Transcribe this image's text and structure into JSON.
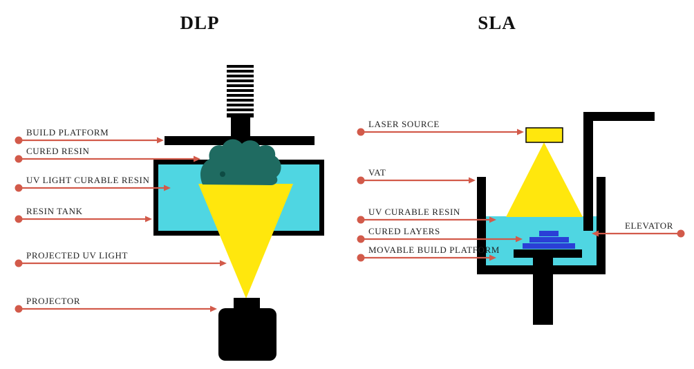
{
  "titles": {
    "dlp": "DLP",
    "sla": "SLA"
  },
  "dlp_labels": [
    {
      "text": "BUILD PLATFORM"
    },
    {
      "text": "CURED RESIN"
    },
    {
      "text": "UV LIGHT CURABLE RESIN"
    },
    {
      "text": "RESIN TANK"
    },
    {
      "text": "PROJECTED UV LIGHT"
    },
    {
      "text": "PROJECTOR"
    }
  ],
  "sla_labels": [
    {
      "text": "LASER SOURCE"
    },
    {
      "text": "VAT"
    },
    {
      "text": "UV CURABLE RESIN"
    },
    {
      "text": "CURED LAYERS"
    },
    {
      "text": "MOVABLE BUILD PLATFORM"
    },
    {
      "text": "ELEVATOR"
    }
  ],
  "colors": {
    "arrow": "#d25a4a",
    "resin": "#4fd6e2",
    "uv-light": "#ffe70d",
    "cured-resin": "#1f6b61",
    "cured-resin-dark": "#0e4b44",
    "cured-layers": "#2a3fd6",
    "structure": "#000000",
    "label-text": "#222222",
    "title-text": "#111111"
  }
}
